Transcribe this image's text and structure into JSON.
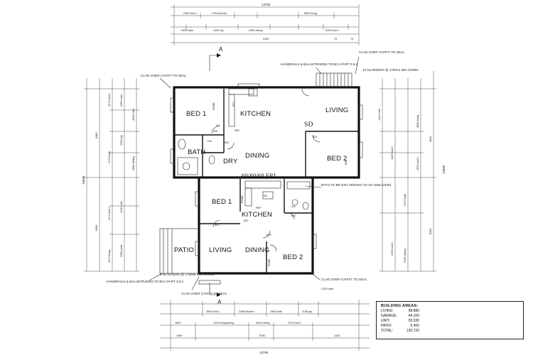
{
  "rooms": {
    "upper": {
      "bed1": "BED 1",
      "kitchen": "KITCHEN",
      "living": "LIVING",
      "sd": "SD",
      "bath": "BATH",
      "dry": "DRY",
      "dining": "DINING",
      "bed2": "BED 2",
      "fire_rating": "60/60/60 FRL"
    },
    "lower": {
      "bed1": "BED 1",
      "kitchen": "KITCHEN",
      "patio": "PATIO",
      "living": "LIVING",
      "dining": "DINING",
      "bed2": "BED 2"
    }
  },
  "fixtures": {
    "robe": "ROBE",
    "wc": "WC",
    "lin": "LIN",
    "pty": "PTY",
    "bir": "BIR",
    "ref": "REF",
    "sk": "SK"
  },
  "openings": [
    "820",
    "820",
    "820",
    "820",
    "820",
    "820",
    "820"
  ],
  "section_marker": "A",
  "notes": {
    "clad_left": "CLAD OVER CAVITY TO SEAL",
    "handrails_top": "HANDRAILS & BALUSTRADES TO BCA PART 3.9.2",
    "clad_right": "CLAD OVER CAVITY TO SEAL",
    "risers_top": "13 No RISERS @ 175mm 250 GOING",
    "bath_vented": "BATH TO BE EXH VENTED TO AS 1668.2/2001",
    "handrails_bottom": "HANDRAILS & BALUSTRADES TO BCA PART 3.9.2",
    "risers_bottom": "9 No RISERS @ 175mm 250 GOING",
    "clad_bottom": "CLAD OVER CAVITY TO SEAL",
    "clad_bottom_right": "CLAD OVER CAVITY TO SEAL"
  },
  "dimensions": {
    "overall_top": "13780",
    "overall_bottom": "13780",
    "overall_left": "15695",
    "overall_right": "13680"
  },
  "building_areas": {
    "title": "BUILDING AREAS:",
    "rows": [
      {
        "label": "LIVING:",
        "value": "88.880"
      },
      {
        "label": "GARAGE:",
        "value": "44.100"
      },
      {
        "label": "UNIT:",
        "value": "55.530"
      },
      {
        "label": "PATIO:",
        "value": "5.400"
      },
      {
        "label": "TOTAL:",
        "value": "192.720"
      }
    ]
  }
}
